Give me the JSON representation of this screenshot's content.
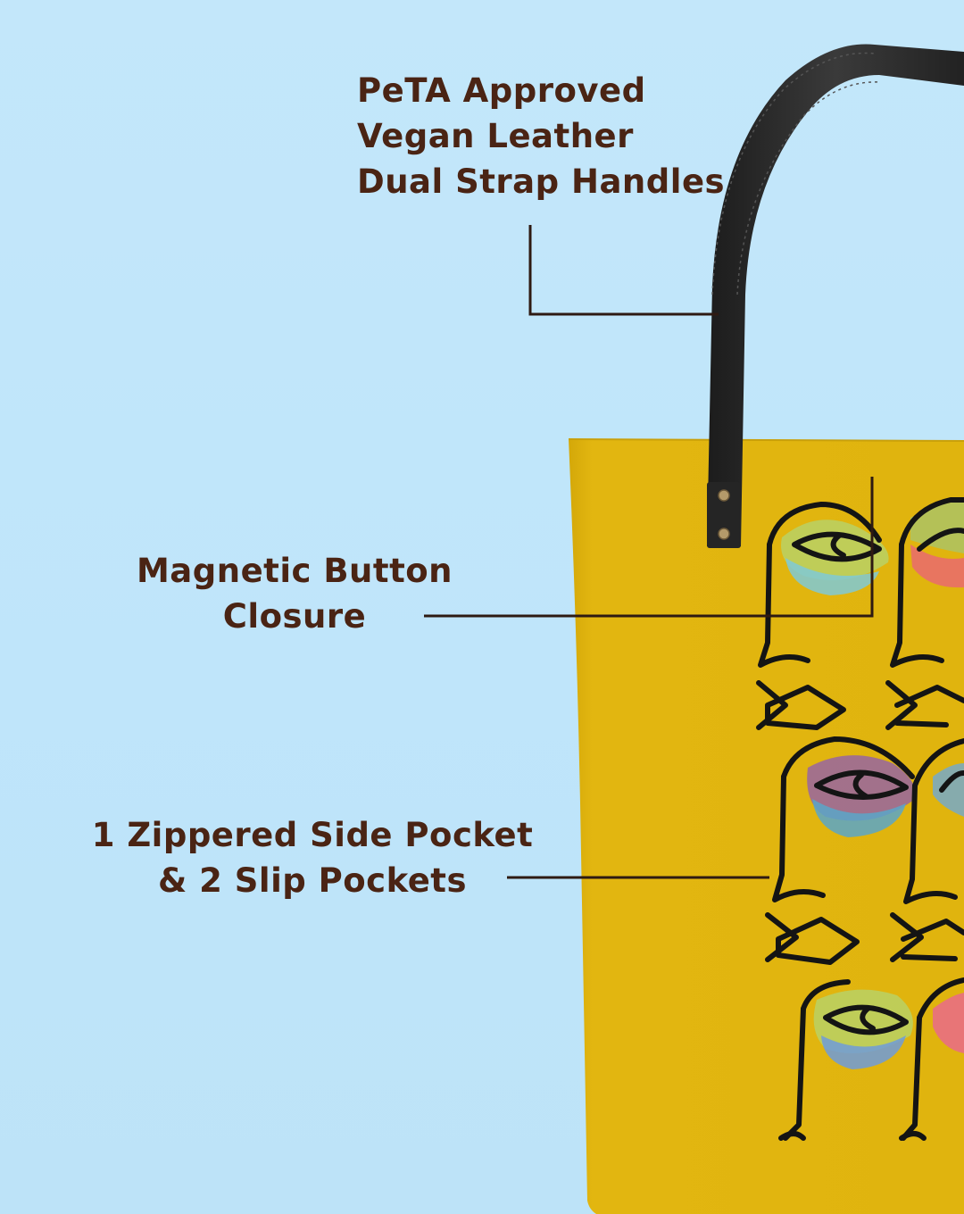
{
  "background_color": "#c0e5fa",
  "bag_color": "#e0b40e",
  "strap_color": "#2b2b2b",
  "text_color": "#4a2414",
  "callouts": {
    "straps": {
      "lines": [
        "PeTA Approved",
        "Vegan Leather",
        "Dual Strap Handles"
      ]
    },
    "closure": {
      "lines": [
        "Magnetic Button",
        "Closure"
      ]
    },
    "pockets": {
      "lines": [
        "1 Zippered Side Pocket",
        "& 2 Slip Pockets"
      ]
    }
  },
  "bag_print": "line-art faces with colored eyeshadow"
}
